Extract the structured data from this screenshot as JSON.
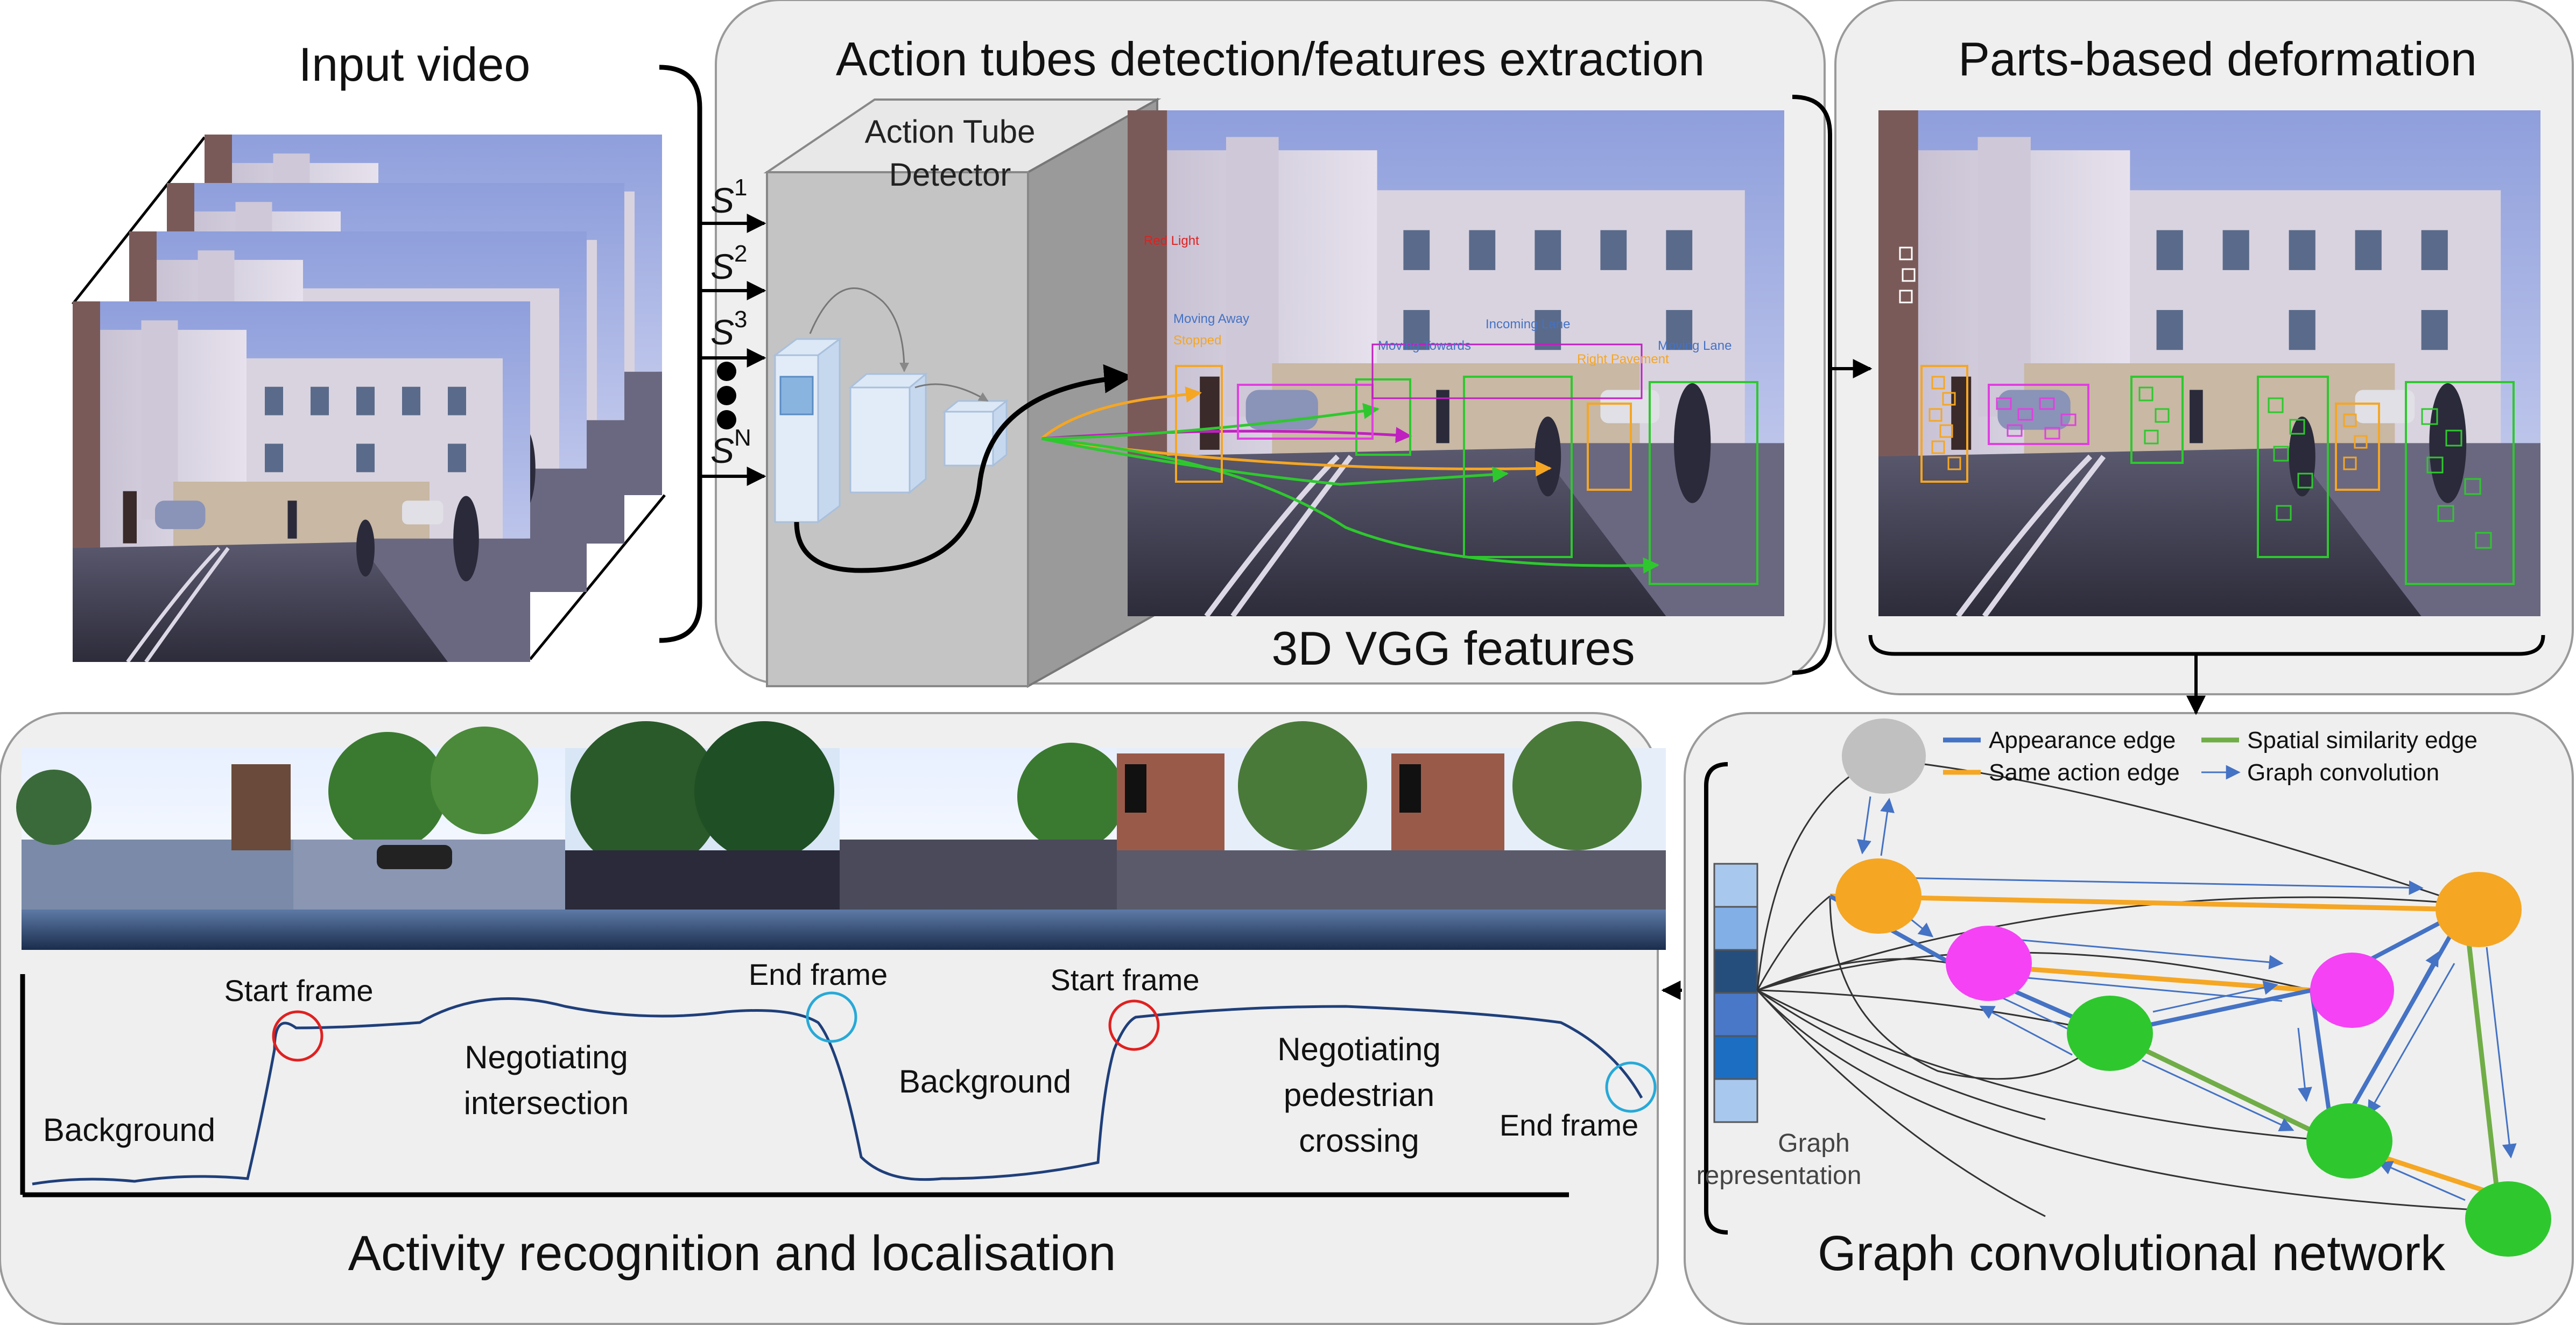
{
  "panels": {
    "input": {
      "title": "Input video"
    },
    "detection": {
      "title": "Action tubes detection/features extraction",
      "detector_line1": "Action Tube",
      "detector_line2": "Detector",
      "features_label": "3D VGG features"
    },
    "deformation": {
      "title": "Parts-based deformation"
    },
    "activity": {
      "title": "Activity recognition and localisation"
    },
    "gcn": {
      "title": "Graph convolutional network",
      "representation_line1": "Graph",
      "representation_line2": "representation"
    }
  },
  "streams": [
    {
      "base": "S",
      "sup": "1"
    },
    {
      "base": "S",
      "sup": "2"
    },
    {
      "base": "S",
      "sup": "3"
    },
    {
      "base": "S",
      "sup": "N"
    }
  ],
  "scene_labels": {
    "red_light": "Red Light",
    "incoming_lane": "Incoming Lane",
    "moving_towards": "Moving Towards",
    "moving_away": "Moving Away",
    "stopped": "Stopped",
    "right_pavement": "Right Pavement",
    "moving_lane": "Moving Lane"
  },
  "timeline": {
    "segments": [
      {
        "line1": "Background",
        "line2": ""
      },
      {
        "line1": "Negotiating",
        "line2": "intersection"
      },
      {
        "line1": "Background",
        "line2": ""
      },
      {
        "line1": "Negotiating",
        "line2": "pedestrian",
        "line3": "crossing"
      }
    ],
    "markers": [
      {
        "label": "Start frame",
        "color": "#e02020"
      },
      {
        "label": "End frame",
        "color": "#27a9d8"
      },
      {
        "label": "Start frame",
        "color": "#e02020"
      },
      {
        "label": "End frame",
        "color": "#27a9d8"
      }
    ]
  },
  "legend": [
    {
      "label": "Appearance edge",
      "color": "#4472c4",
      "style": "line"
    },
    {
      "label": "Spatial similarity edge",
      "color": "#70ad47",
      "style": "line"
    },
    {
      "label": "Same action edge",
      "color": "#f5a623",
      "style": "line"
    },
    {
      "label": "Graph convolution",
      "color": "#4472c4",
      "style": "arrow"
    }
  ],
  "colors": {
    "panel_fill": "#efefef",
    "panel_stroke": "#9a9a9a",
    "orange": "#f5a623",
    "magenta": "#f542f5",
    "green": "#2ec82e",
    "gray_node": "#c0c0c0",
    "blue_edge": "#4472c4",
    "green_edge": "#70ad47"
  },
  "representation_cells": [
    "#a9c8ee",
    "#82afe6",
    "#264e7c",
    "#4a78c8",
    "#1b6ec2",
    "#a9c8ee"
  ]
}
